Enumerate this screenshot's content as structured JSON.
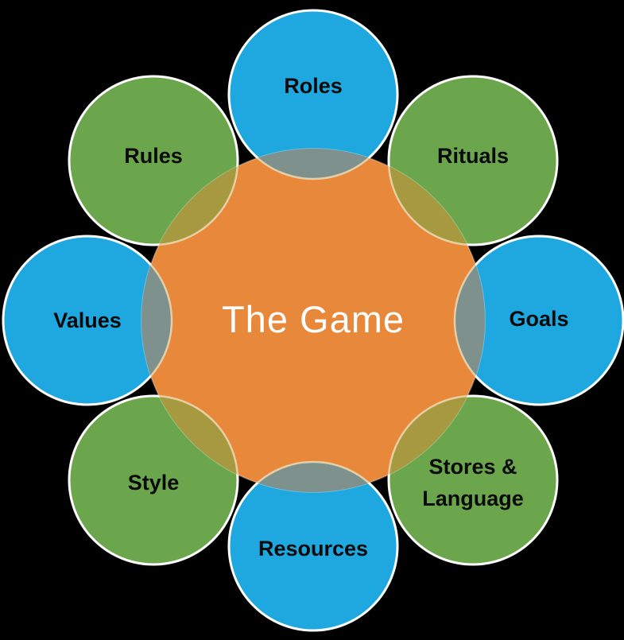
{
  "diagram": {
    "type": "hub-and-spoke",
    "background_color": "#000000",
    "hub": {
      "label": "The Game",
      "fill": "#E8883B",
      "text_color": "#FFFFFF"
    },
    "colors": {
      "blue_petal": "#1FA7DF",
      "green_petal": "#6CA64C",
      "orange_hub": "#E8883B",
      "blue_orange_overlap": "#7E918C",
      "green_orange_overlap": "#A7993F",
      "petal_border": "#FFFFFF",
      "overlap_arc_line": "#EEE0BC",
      "label_color": "#0A0A0A"
    },
    "petals": [
      {
        "label": "Roles",
        "color": "blue",
        "position": "top"
      },
      {
        "label": "Rituals",
        "color": "green",
        "position": "top-right"
      },
      {
        "label": "Goals",
        "color": "blue",
        "position": "right"
      },
      {
        "label": "Stores & Language",
        "label_lines": [
          "Stores &",
          "Language"
        ],
        "color": "green",
        "position": "bottom-right"
      },
      {
        "label": "Resources",
        "color": "blue",
        "position": "bottom"
      },
      {
        "label": "Style",
        "color": "green",
        "position": "bottom-left"
      },
      {
        "label": "Values",
        "color": "blue",
        "position": "left"
      },
      {
        "label": "Rules",
        "color": "green",
        "position": "top-left"
      }
    ]
  }
}
